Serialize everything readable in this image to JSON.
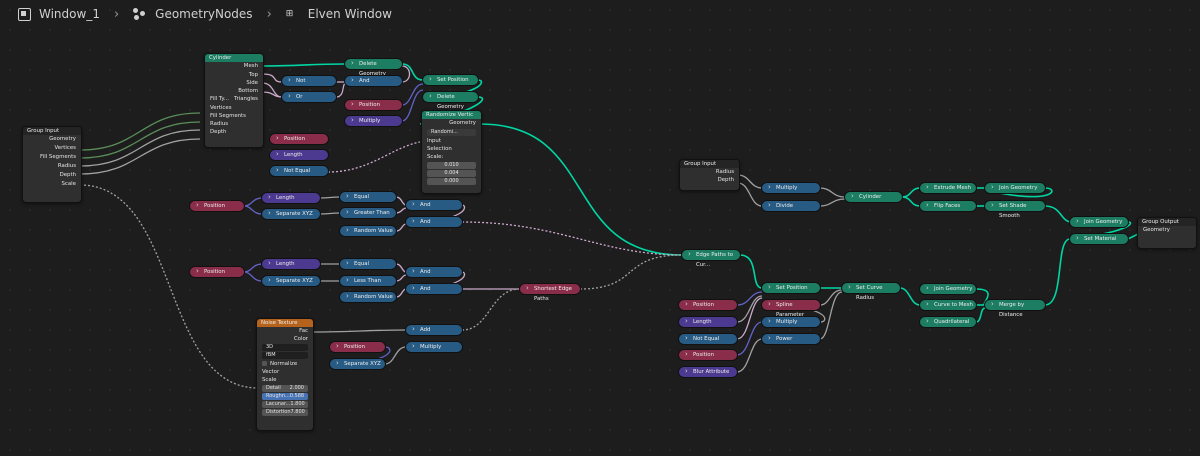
{
  "breadcrumb": {
    "window": "Window_1",
    "tree": "GeometryNodes",
    "object": "Elven Window"
  },
  "nodes": {
    "cylinder": {
      "title": "Cylinder",
      "outputs": [
        "Mesh",
        "Top",
        "Side",
        "Bottom"
      ],
      "fill_label": "Fill Ty...",
      "fill_value": "Triangles",
      "inputs": [
        "Vertices",
        "Fill Segments",
        "Radius",
        "Depth"
      ]
    },
    "group_input_1": {
      "title": "Group Input",
      "outputs": [
        "Geometry",
        "Vertices",
        "Fill Segments",
        "Radius",
        "Depth",
        "Scale"
      ]
    },
    "group_input_2": {
      "title": "Group Input",
      "outputs": [
        "Radius",
        "Depth"
      ]
    },
    "group_output": {
      "title": "Group Output",
      "inputs": [
        "Geometry"
      ]
    },
    "randomize": {
      "title": "Randomize Vertic",
      "output": "Geometry",
      "mode": "Randomi...",
      "inputs": [
        "Input",
        "Selection",
        "Scale:"
      ],
      "values": [
        "0.010",
        "0.004",
        "0.000"
      ]
    },
    "noise": {
      "title": "Noise Texture",
      "outputs": [
        "Fac",
        "Color"
      ],
      "dim": "3D",
      "type": "fBM",
      "normalize": "Normalize",
      "inputs": [
        "Vector",
        "Scale"
      ],
      "fields": [
        {
          "label": "Detail",
          "value": "2.000"
        },
        {
          "label": "Roughn...",
          "value": "0.588"
        },
        {
          "label": "Lacunar...",
          "value": "1.800"
        },
        {
          "label": "Distortion",
          "value": "7.800"
        }
      ]
    }
  },
  "pills": {
    "delete_geometry_1": "Delete Geometry",
    "not_1": "Not",
    "or_1": "Or",
    "and_1": "And",
    "set_position_1": "Set Position",
    "delete_geometry_2": "Delete Geometry",
    "position_1": "Position",
    "multiply_1": "Multiply",
    "position_2": "Position",
    "length_1": "Length",
    "not_equal_1": "Not Equal",
    "position_3": "Position",
    "length_2": "Length",
    "separate_xyz_1": "Separate XYZ",
    "equal_1": "Equal",
    "greater_than": "Greater Than",
    "random_value_1": "Random Value",
    "and_2": "And",
    "and_3": "And",
    "position_4": "Position",
    "length_3": "Length",
    "separate_xyz_2": "Separate XYZ",
    "equal_2": "Equal",
    "less_than": "Less Than",
    "random_value_2": "Random Value",
    "and_4": "And",
    "and_5": "And",
    "shortest_edge_paths": "Shortest Edge Paths",
    "add_1": "Add",
    "position_5": "Position",
    "separate_xyz_3": "Separate XYZ",
    "multiply_2": "Multiply",
    "edge_paths": "Edge Paths to Cur...",
    "multiply_3": "Multiply",
    "divide_1": "Divide",
    "cylinder_2": "Cylinder",
    "extrude_mesh": "Extrude Mesh",
    "flip_faces": "Flip Faces",
    "join_geometry_1": "Join Geometry",
    "set_shade_smooth": "Set Shade Smooth",
    "join_geometry_2": "Join Geometry",
    "set_material": "Set Material",
    "set_position_2": "Set Position",
    "spline_parameter": "Spline Parameter",
    "multiply_4": "Multiply",
    "power_1": "Power",
    "set_curve_radius": "Set Curve Radius",
    "join_geometry_3": "Join Geometry",
    "curve_to_mesh": "Curve to Mesh",
    "quadrilateral": "Quadrilateral",
    "merge_by_distance": "Merge by Distance",
    "position_6": "Position",
    "length_4": "Length",
    "not_equal_2": "Not Equal",
    "position_7": "Position",
    "blur_attribute": "Blur Attribute"
  },
  "colors": {
    "geometry": "#1c7d62",
    "utility": "#275b83",
    "vector": "#4b3a8f",
    "input": "#8a2d4a",
    "texture": "#b5631c",
    "geometry_wire": "#00d6a3",
    "float_wire": "#a1a1a1",
    "boolean_wire": "#ccaacc",
    "vector_wire": "#6363c7"
  }
}
